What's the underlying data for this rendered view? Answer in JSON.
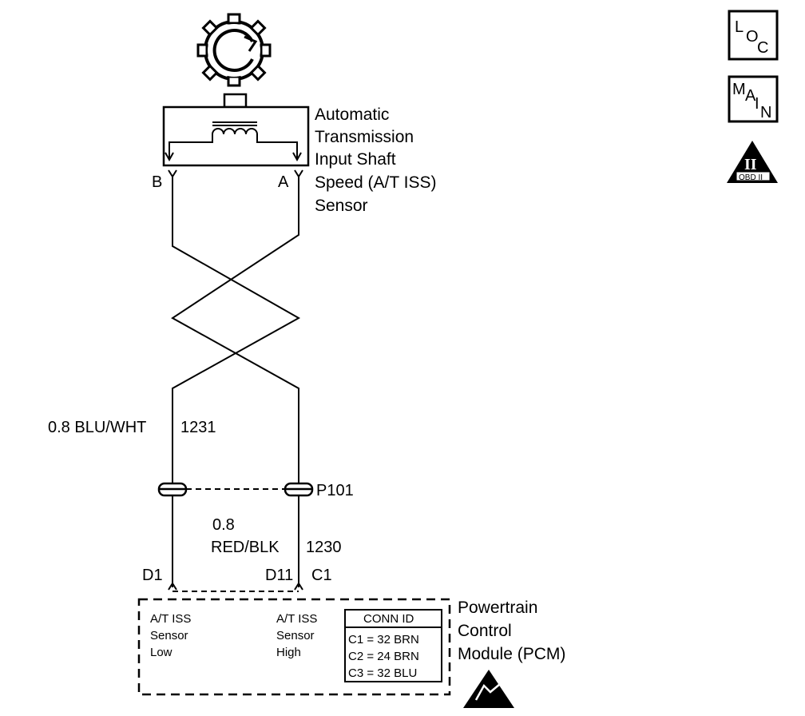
{
  "sensor": {
    "title_lines": [
      "Automatic",
      "Transmission",
      "Input Shaft",
      "Speed (A/T ISS)",
      "Sensor"
    ],
    "pin_b": "B",
    "pin_a": "A"
  },
  "wires": {
    "wire1_gauge_color": "0.8 BLU/WHT",
    "wire1_circuit": "1231",
    "wire2_gauge": "0.8",
    "wire2_color": "RED/BLK",
    "wire2_circuit": "1230",
    "connector": "P101"
  },
  "pcm": {
    "pin_left": "D1",
    "pin_mid": "D11",
    "pin_right": "C1",
    "title_lines": [
      "Powertrain",
      "Control",
      "Module (PCM)"
    ],
    "low_label": [
      "A/T ISS",
      "Sensor",
      "Low"
    ],
    "high_label": [
      "A/T ISS",
      "Sensor",
      "High"
    ],
    "conn_id_title": "CONN ID",
    "conn_id_rows": [
      "C1 = 32 BRN",
      "C2 = 24 BRN",
      "C3 = 32 BLU"
    ]
  },
  "side_icons": {
    "loc": [
      "L",
      "O",
      "C"
    ],
    "main": [
      "M",
      "A",
      "I",
      "N"
    ],
    "obd_numeral": "II",
    "obd_text": "OBD II"
  }
}
